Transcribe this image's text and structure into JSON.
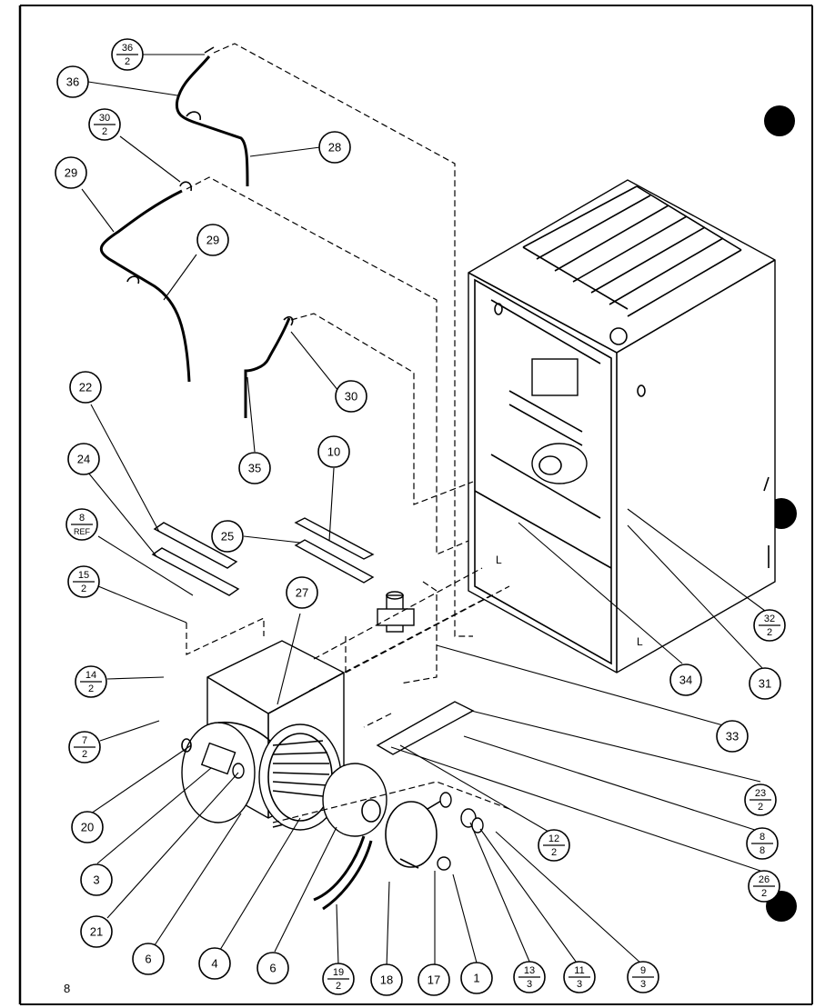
{
  "page_number": "8",
  "callouts": [
    {
      "id": "c36-2",
      "num": "36",
      "den": "2"
    },
    {
      "id": "c36",
      "label": "36"
    },
    {
      "id": "c30-2",
      "num": "30",
      "den": "2"
    },
    {
      "id": "c28",
      "label": "28"
    },
    {
      "id": "c29a",
      "label": "29"
    },
    {
      "id": "c29b",
      "label": "29"
    },
    {
      "id": "c30",
      "label": "30"
    },
    {
      "id": "c35",
      "label": "35"
    },
    {
      "id": "c22",
      "label": "22"
    },
    {
      "id": "c24",
      "label": "24"
    },
    {
      "id": "c8ref",
      "num": "8",
      "den": "REF"
    },
    {
      "id": "c15-2",
      "num": "15",
      "den": "2"
    },
    {
      "id": "c10",
      "label": "10"
    },
    {
      "id": "c25",
      "label": "25"
    },
    {
      "id": "c27",
      "label": "27"
    },
    {
      "id": "c14-2",
      "num": "14",
      "den": "2"
    },
    {
      "id": "c7-2",
      "num": "7",
      "den": "2"
    },
    {
      "id": "c20",
      "label": "20"
    },
    {
      "id": "c3",
      "label": "3"
    },
    {
      "id": "c21",
      "label": "21"
    },
    {
      "id": "c6a",
      "label": "6"
    },
    {
      "id": "c4",
      "label": "4"
    },
    {
      "id": "c6b",
      "label": "6"
    },
    {
      "id": "c19-2",
      "num": "19",
      "den": "2"
    },
    {
      "id": "c18",
      "label": "18"
    },
    {
      "id": "c17",
      "label": "17"
    },
    {
      "id": "c1",
      "label": "1"
    },
    {
      "id": "c13-3",
      "num": "13",
      "den": "3"
    },
    {
      "id": "c11-3",
      "num": "11",
      "den": "3"
    },
    {
      "id": "c9-3",
      "num": "9",
      "den": "3"
    },
    {
      "id": "c32-2",
      "num": "32",
      "den": "2"
    },
    {
      "id": "c34",
      "label": "34"
    },
    {
      "id": "c31",
      "label": "31"
    },
    {
      "id": "c33",
      "label": "33"
    },
    {
      "id": "c23-2",
      "num": "23",
      "den": "2"
    },
    {
      "id": "c12-2",
      "num": "12",
      "den": "2"
    },
    {
      "id": "c8-8",
      "num": "8",
      "den": "8"
    },
    {
      "id": "c26-2",
      "num": "26",
      "den": "2"
    }
  ]
}
